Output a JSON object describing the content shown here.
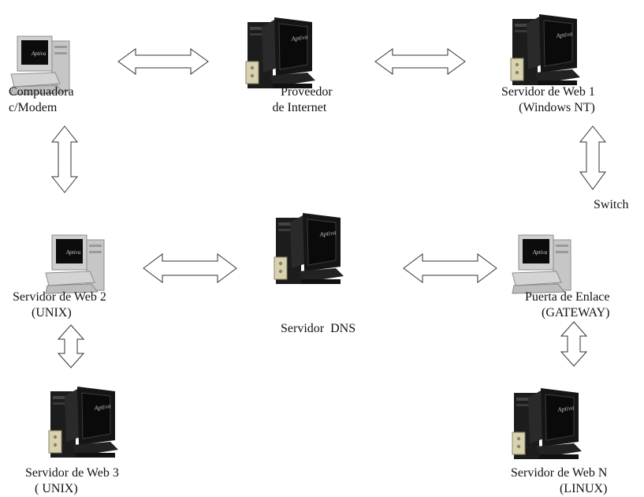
{
  "nodes": {
    "compuadora": {
      "line1": "Compuadora",
      "line2": "c/Modem",
      "icon": "desktop-computer-icon"
    },
    "proveedor": {
      "line1": "Proveedor",
      "line2": "de Internet",
      "icon": "tower-server-icon"
    },
    "web1": {
      "line1": "Servidor de Web 1",
      "line2": "(Windows NT)",
      "icon": "tower-server-icon"
    },
    "switch": {
      "line1": "Switch"
    },
    "web2": {
      "line1": "Servidor de Web 2",
      "line2": "(UNIX)",
      "icon": "desktop-computer-icon"
    },
    "dns": {
      "line1": "Servidor  DNS",
      "icon": "tower-server-icon"
    },
    "gateway": {
      "line1": "Puerta de Enlace",
      "line2": "(GATEWAY)",
      "icon": "desktop-computer-icon"
    },
    "web3": {
      "line1": "Servidor de Web 3",
      "line2": "( UNIX)",
      "icon": "tower-server-icon"
    },
    "webn": {
      "line1": "Servidor de Web N",
      "line2": "(LINUX)",
      "icon": "tower-server-icon"
    }
  },
  "monitor_brand": "Aptiva",
  "colors": {
    "monitor_case": "#1a1a1a",
    "screen": "#0a0a0a",
    "beige_case": "#d8d2b0",
    "desktop_gray": "#c9c9c9",
    "arrow_outline": "#333333"
  }
}
